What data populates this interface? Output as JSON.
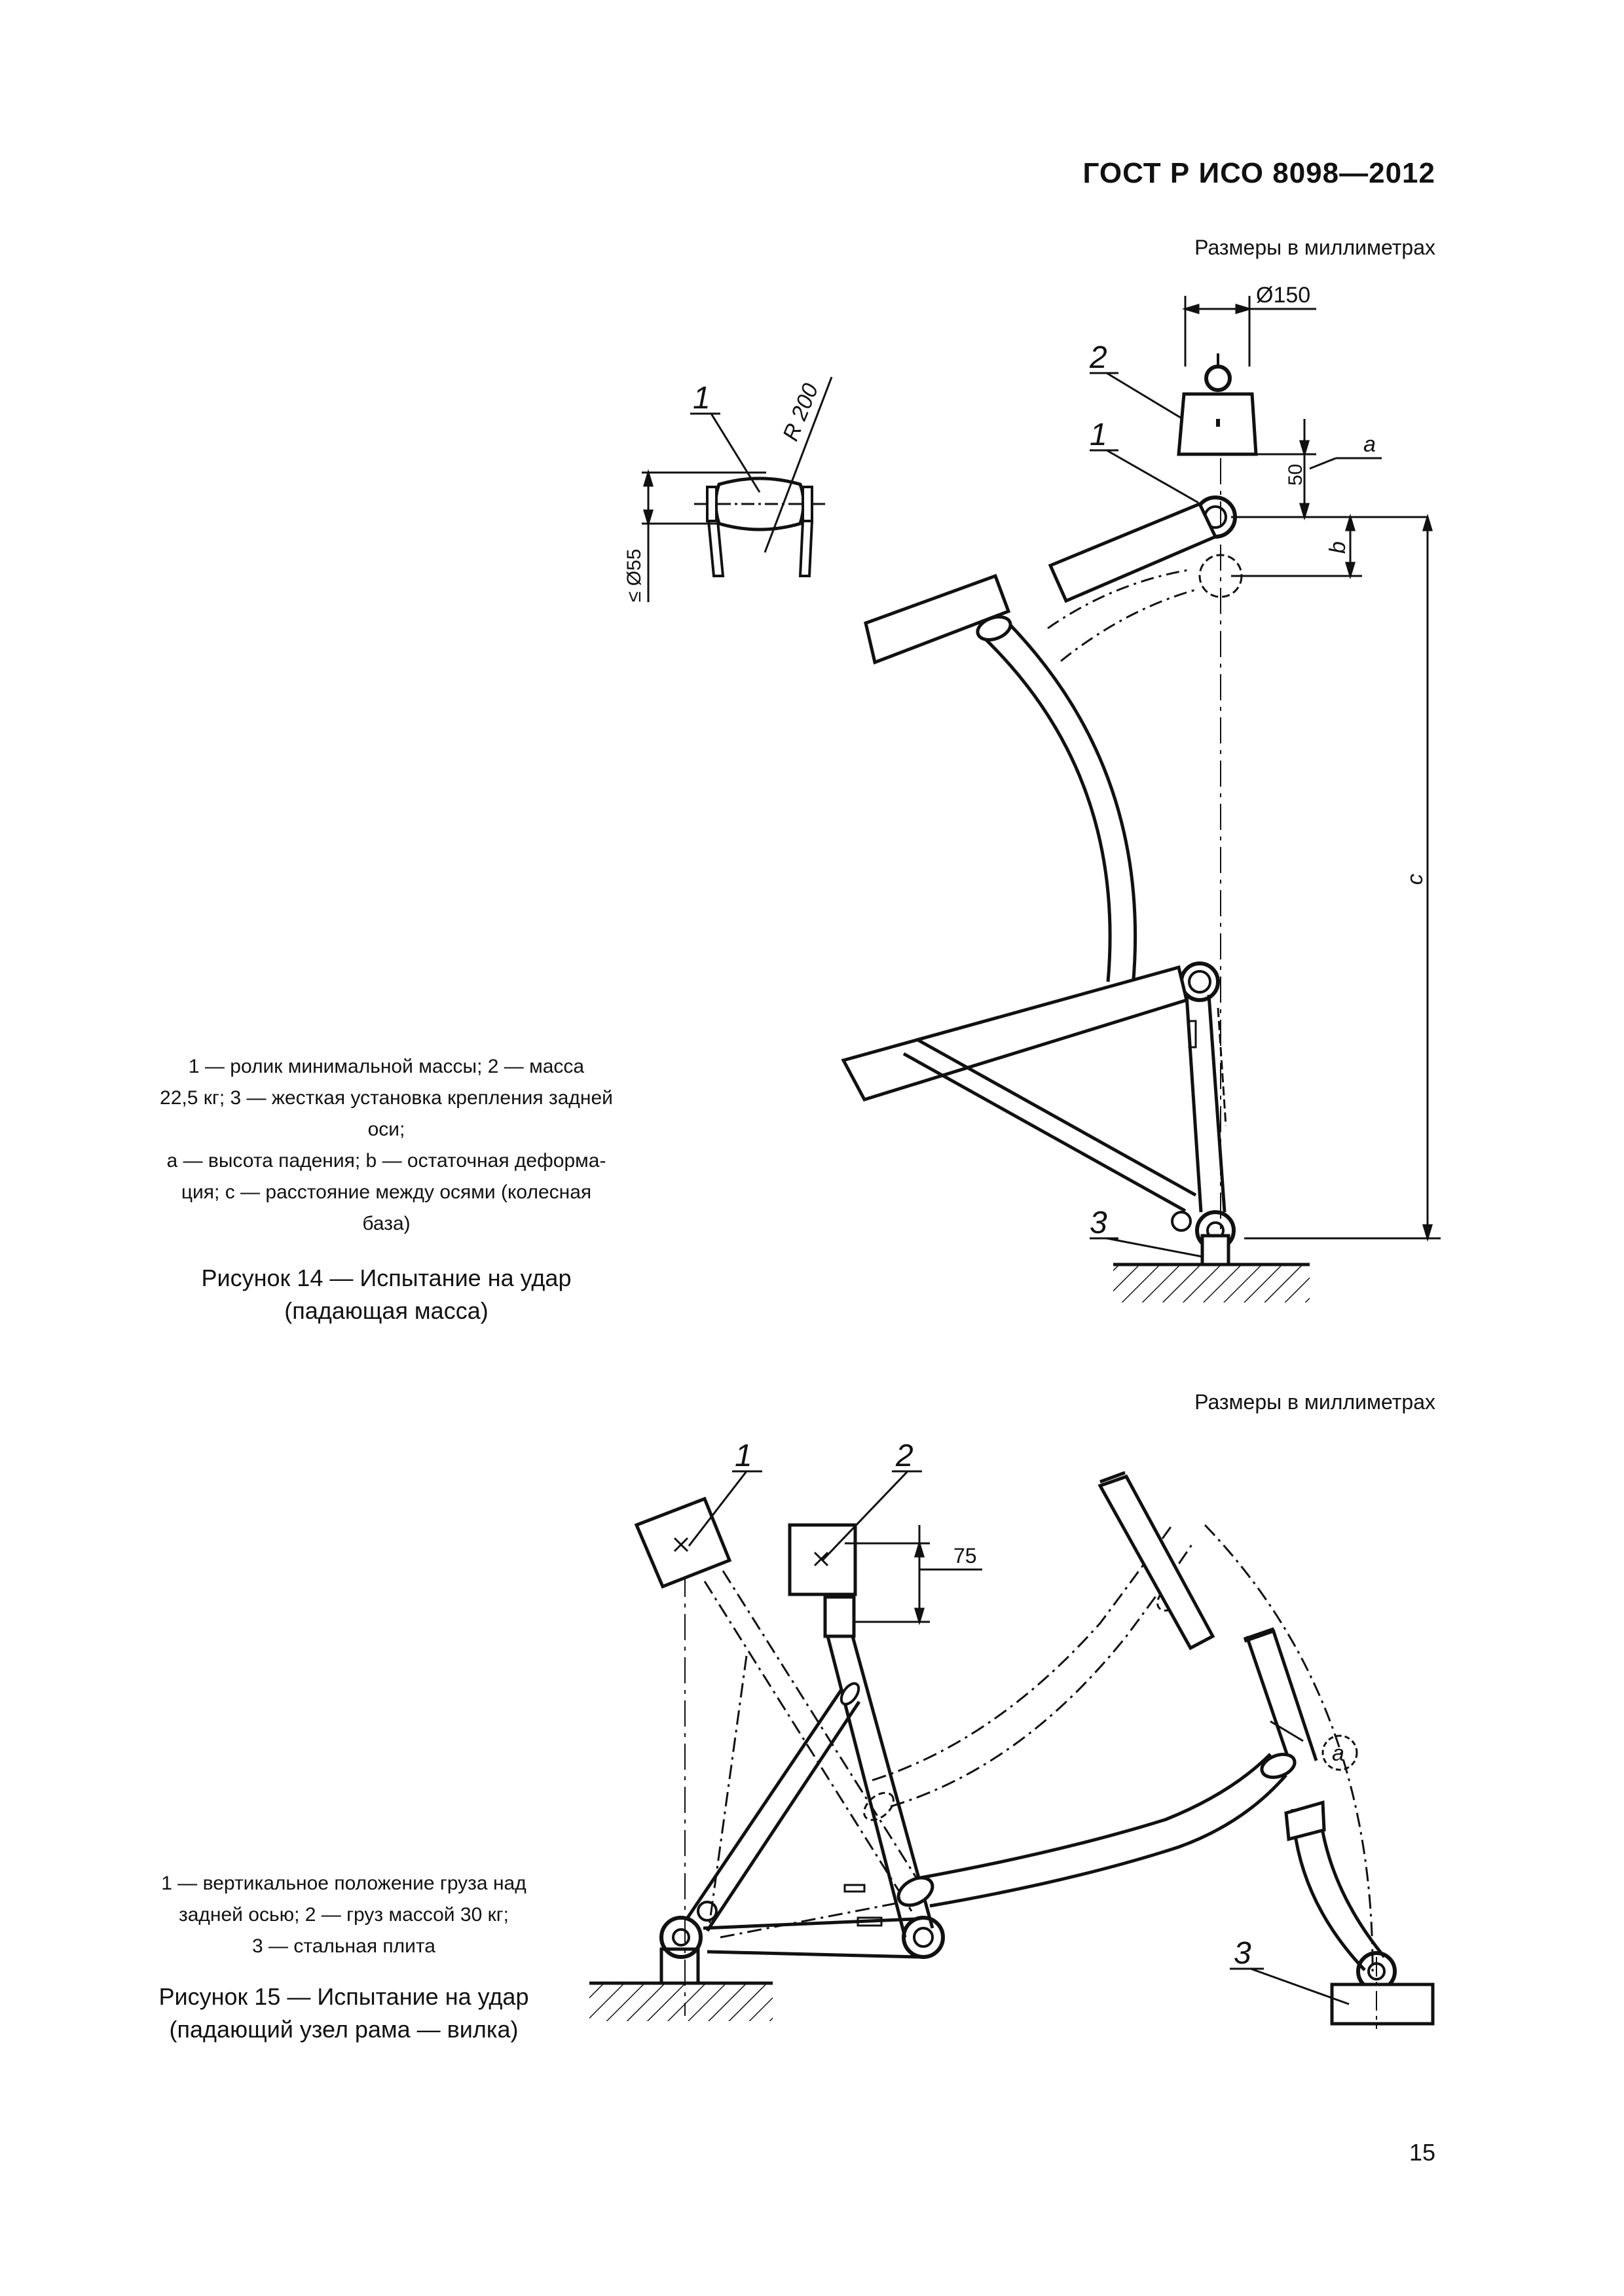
{
  "header": {
    "doc_id": "ГОСТ Р ИСО 8098—2012"
  },
  "figure14": {
    "units_note": "Размеры в миллиметрах",
    "dim_diameter": "Ø150",
    "dim_drop": "50",
    "dim_roller": "≤ Ø55",
    "dim_radius": "R 200",
    "labels": {
      "one": "1",
      "two": "2",
      "three": "3",
      "a": "a",
      "b": "b",
      "c": "c"
    },
    "legend": {
      "line1": "1 — ролик минимальной массы; 2 — масса",
      "line2": "22,5 кг; 3 — жесткая установка крепления задней",
      "line3": "оси;",
      "line4": "a — высота падения; b — остаточная деформа-",
      "line5": "ция; c — расстояние между осями (колесная",
      "line6": "база)"
    },
    "title_line1": "Рисунок 14 — Испытание на удар",
    "title_line2": "(падающая масса)"
  },
  "figure15": {
    "units_note": "Размеры в миллиметрах",
    "dim_drop": "75",
    "labels": {
      "one": "1",
      "two": "2",
      "three": "3",
      "a": "a"
    },
    "legend": {
      "line1": "1 — вертикальное положение груза над",
      "line2": "задней осью; 2 — груз массой 30 кг;",
      "line3": "3 — стальная плита"
    },
    "title_line1": "Рисунок 15 — Испытание на удар",
    "title_line2": "(падающий узел рама — вилка)"
  },
  "page_number": "15"
}
